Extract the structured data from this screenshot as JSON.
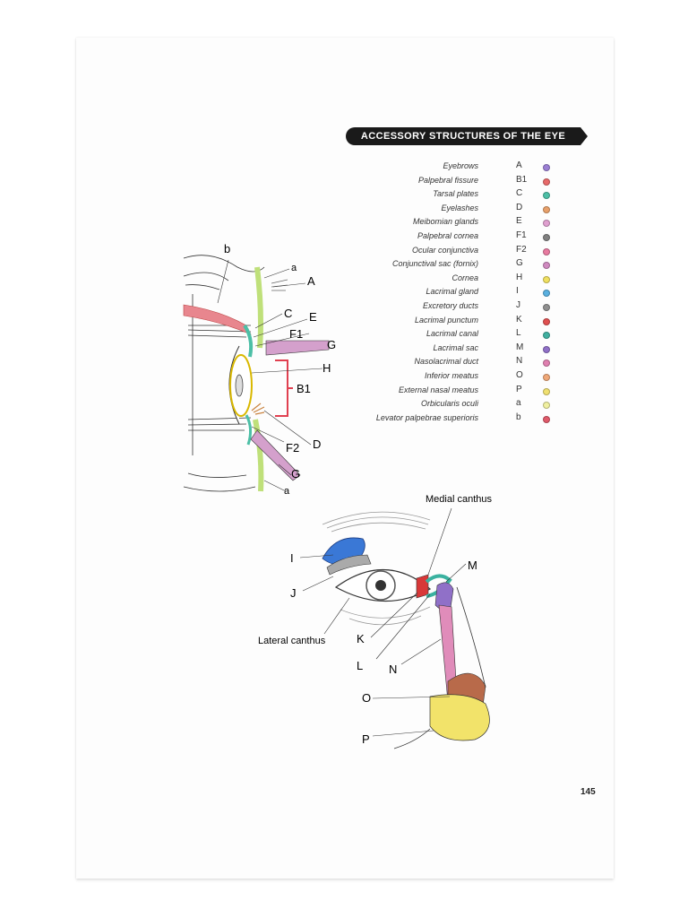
{
  "title": "ACCESSORY STRUCTURES OF THE EYE",
  "legend": [
    {
      "name": "Eyebrows",
      "letter": "A",
      "color": "#9b7fd4"
    },
    {
      "name": "Palpebral fissure",
      "letter": "B1",
      "color": "#e86a6a"
    },
    {
      "name": "Tarsal plates",
      "letter": "C",
      "color": "#4cbfa6"
    },
    {
      "name": "Eyelashes",
      "letter": "D",
      "color": "#e8a06a"
    },
    {
      "name": "Meibomian glands",
      "letter": "E",
      "color": "#e0a0d0"
    },
    {
      "name": "Palpebral cornea",
      "letter": "F1",
      "color": "#808080"
    },
    {
      "name": "Ocular conjunctiva",
      "letter": "F2",
      "color": "#e87aa0"
    },
    {
      "name": "Conjunctival sac (fornix)",
      "letter": "G",
      "color": "#d08ac0"
    },
    {
      "name": "Cornea",
      "letter": "H",
      "color": "#f0e060"
    },
    {
      "name": "Lacrimal gland",
      "letter": "I",
      "color": "#5ab0e0"
    },
    {
      "name": "Excretory ducts",
      "letter": "J",
      "color": "#909090"
    },
    {
      "name": "Lacrimal punctum",
      "letter": "K",
      "color": "#e05050"
    },
    {
      "name": "Lacrimal canal",
      "letter": "L",
      "color": "#40b0a0"
    },
    {
      "name": "Lacrimal sac",
      "letter": "M",
      "color": "#9070c8"
    },
    {
      "name": "Nasolacrimal duct",
      "letter": "N",
      "color": "#e080b0"
    },
    {
      "name": "Inferior meatus",
      "letter": "O",
      "color": "#f0a878"
    },
    {
      "name": "External nasal meatus",
      "letter": "P",
      "color": "#f0e070"
    },
    {
      "name": "Orbicularis oculi",
      "letter": "a",
      "color": "#f0f0a0"
    },
    {
      "name": "Levator palpebrae superioris",
      "letter": "b",
      "color": "#e05a6a"
    }
  ],
  "diagram1_labels": {
    "b": "b",
    "a_top": "a",
    "A": "A",
    "C": "C",
    "E": "E",
    "F1": "F1",
    "G_top": "G",
    "H": "H",
    "B1": "B1",
    "F2": "F2",
    "D": "D",
    "G_bottom": "G",
    "a_bottom": "a"
  },
  "diagram2_labels": {
    "medial_canthus": "Medial canthus",
    "lateral_canthus": "Lateral canthus",
    "I": "I",
    "J": "J",
    "K": "K",
    "L": "L",
    "M": "M",
    "N": "N",
    "O": "O",
    "P": "P"
  },
  "page_number": "145"
}
